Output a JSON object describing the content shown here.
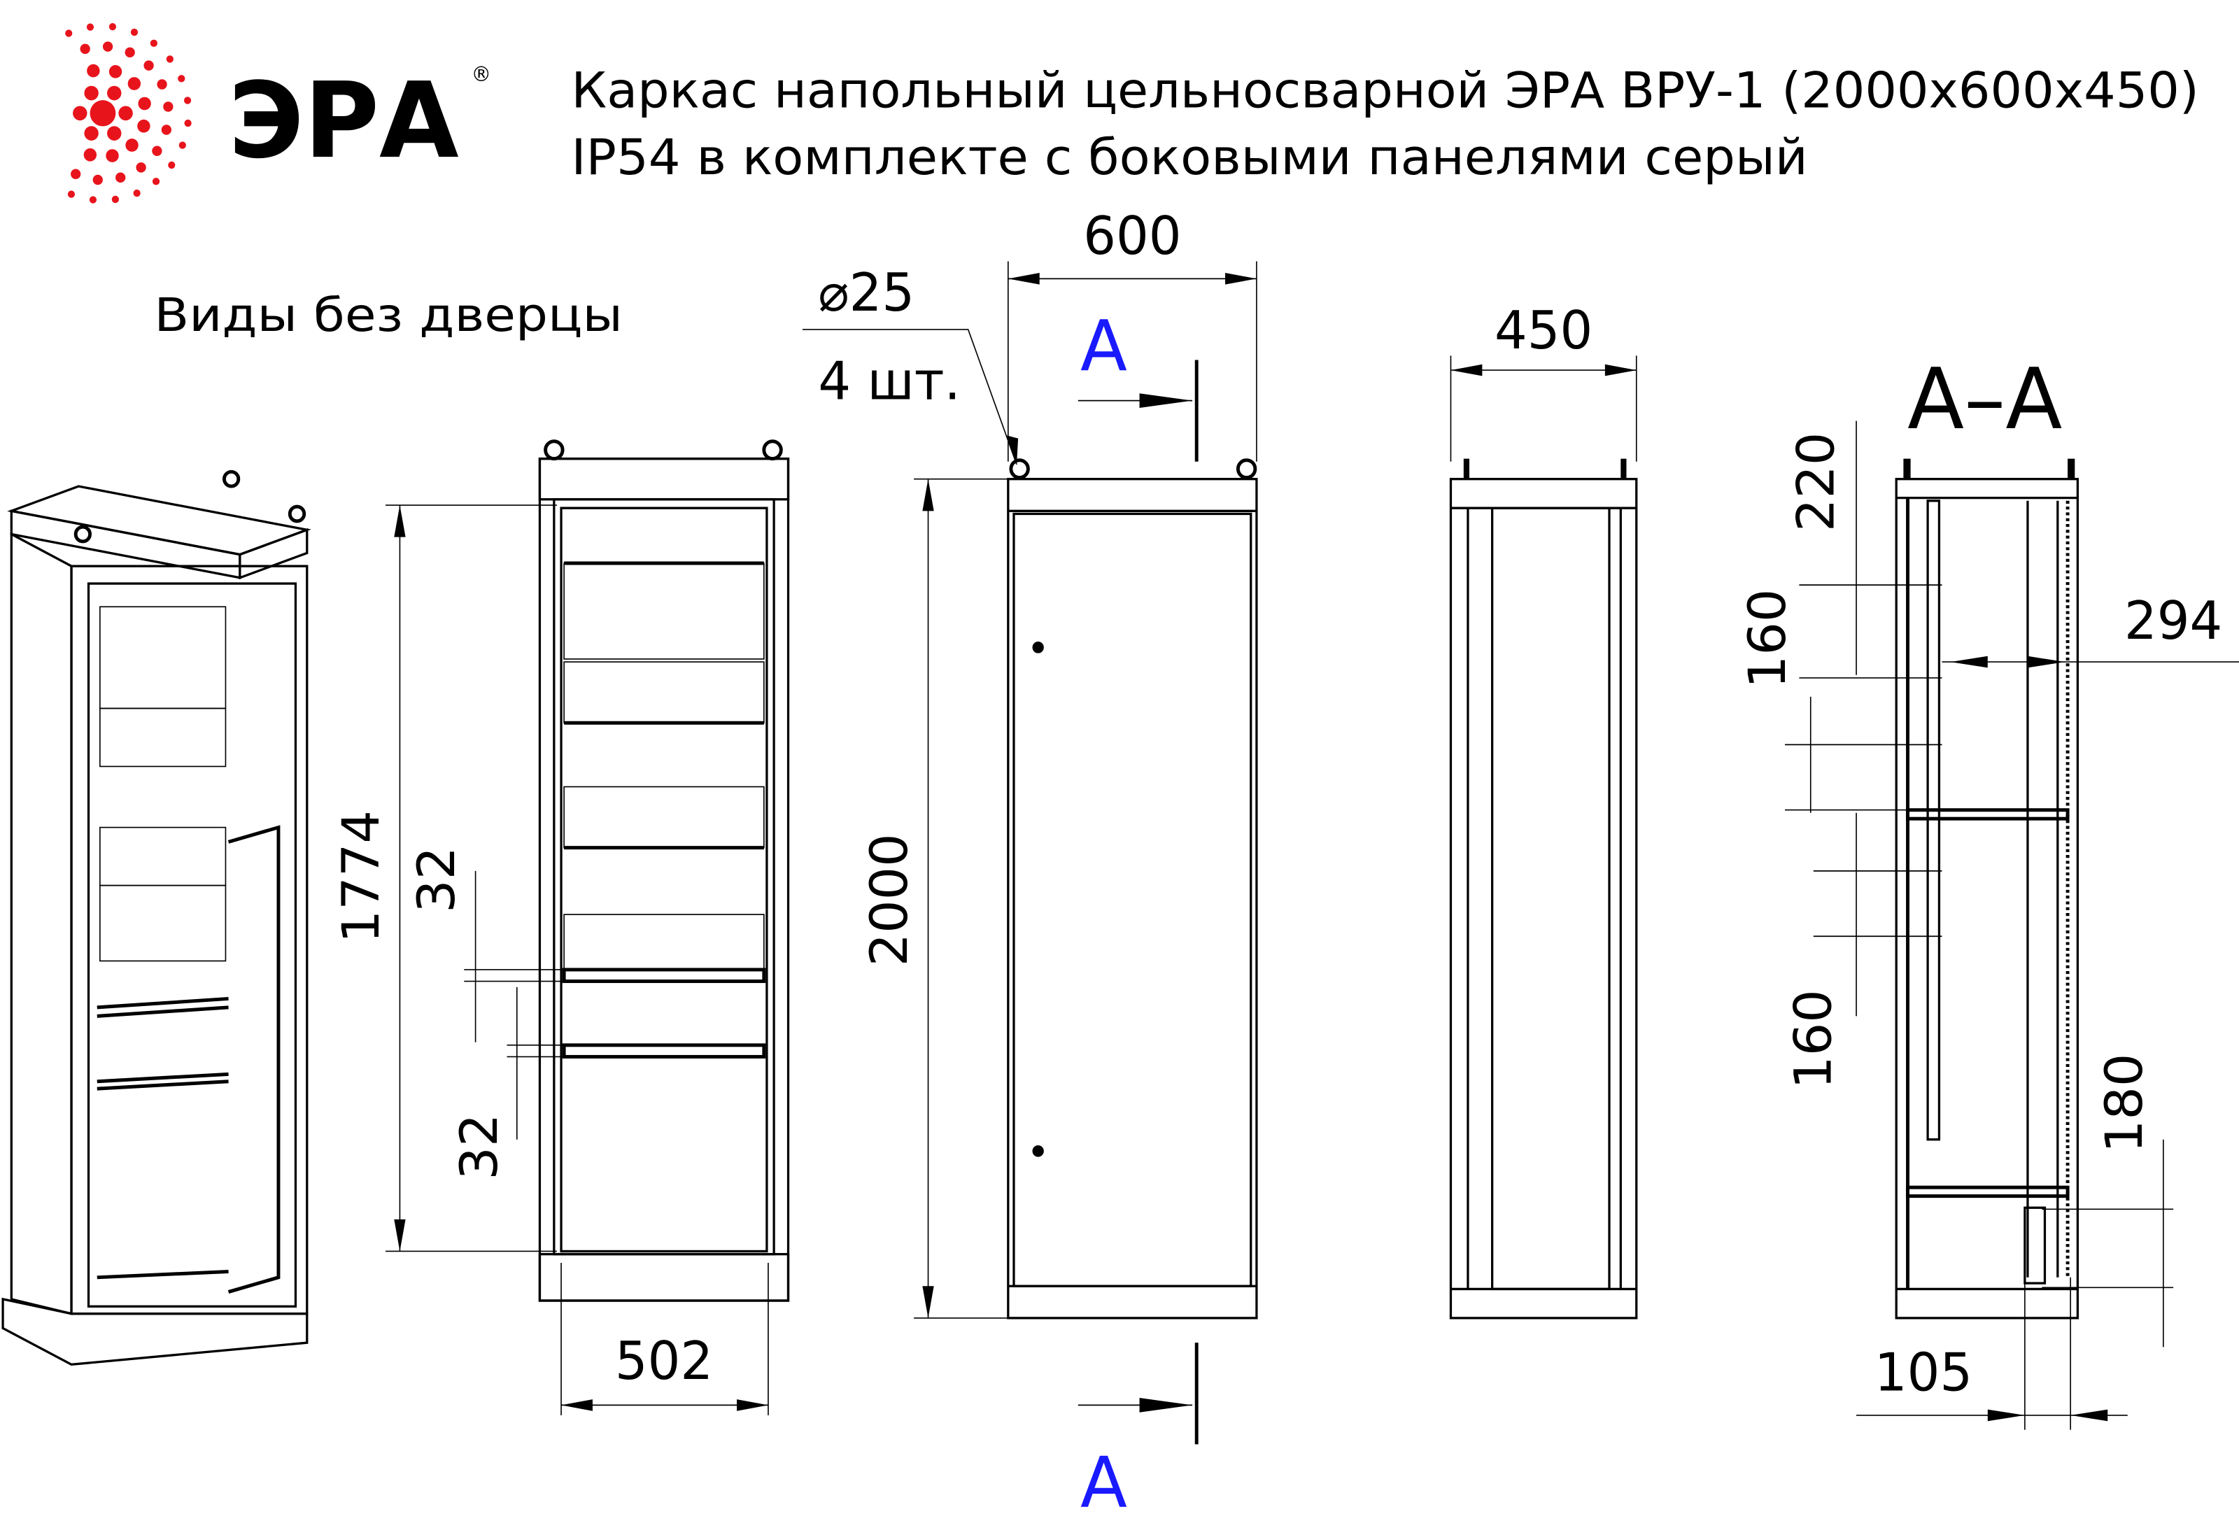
{
  "logo": {
    "brand": "ЭРА",
    "registered_mark": "®",
    "brand_color": "#e8141c"
  },
  "title": {
    "line1": "Каркас напольный цельносварной ЭРА ВРУ-1 (2000x600x450)",
    "line2": "IP54 в комплекте с боковыми панелями серый"
  },
  "views_label": "Виды без дверцы",
  "dimensions": {
    "height_inner": "1774",
    "rail_gap_top": "32",
    "rail_gap_bottom": "32",
    "inner_width": "502",
    "width": "600",
    "hole_diameter": "⌀25",
    "hole_count": "4 шт.",
    "height": "2000",
    "depth": "450",
    "section_title": "A–A",
    "sec_top": "220",
    "sec_gap1": "160",
    "sec_gap2": "160",
    "sec_depth": "294",
    "sec_bottom": "180",
    "sec_offset": "105"
  },
  "section_marker": {
    "top": "A",
    "bottom": "A",
    "color": "#1a1aff"
  }
}
